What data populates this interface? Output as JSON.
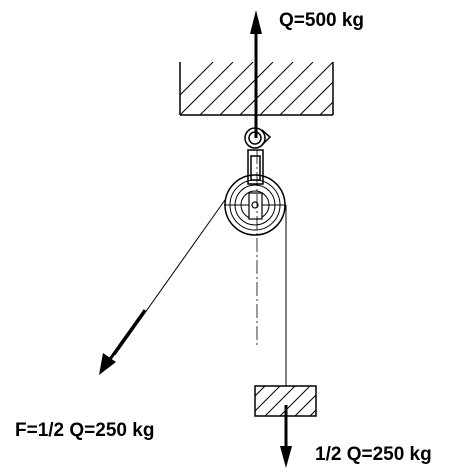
{
  "labels": {
    "top_force": "Q=500 kg",
    "pull_force": "F=1/2 Q=250 kg",
    "load_force": "1/2 Q=250 kg"
  },
  "colors": {
    "line": "#000000",
    "background": "#ffffff"
  }
}
